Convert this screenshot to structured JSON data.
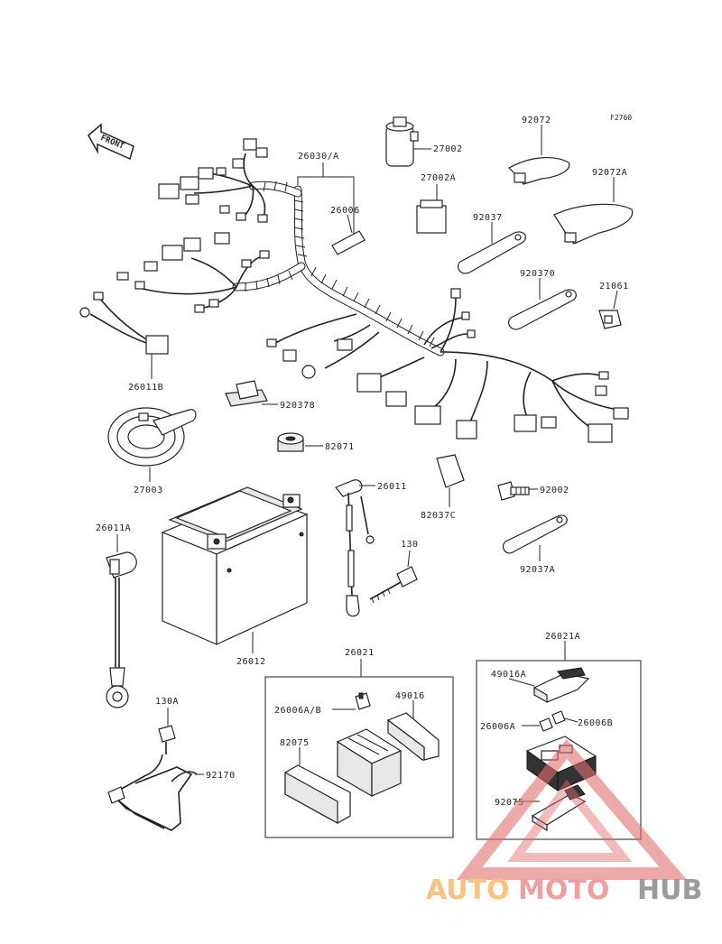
{
  "figure_code": "F2760",
  "front_label": "FRONT",
  "watermark": {
    "part1": "AUTO",
    "part2": "MOTO",
    "part3": "HUB"
  },
  "parts": {
    "p26030A": "26030/A",
    "p27002": "27002",
    "p27002A": "27002A",
    "p92072": "92072",
    "p92072A": "92072A",
    "p26006": "26006",
    "p92037": "92037",
    "p92037D": "920370",
    "p21061": "21061",
    "p26011B": "26011B",
    "p92037B": "920378",
    "p27003": "27003",
    "p92071": "82071",
    "p26011": "26011",
    "p92037C": "82037C",
    "p92002": "92002",
    "p92037A": "92037A",
    "p26011A": "26011A",
    "p130": "130",
    "p26012": "26012",
    "p26021": "26021",
    "p26021A": "26021A",
    "p26006AB": "26006A/B",
    "p49016": "49016",
    "p82075": "82075",
    "p49016A": "49016A",
    "p26006A": "26006A",
    "p26006B": "26006B",
    "p92075": "92075",
    "p130A": "130A",
    "p92170": "92170"
  }
}
